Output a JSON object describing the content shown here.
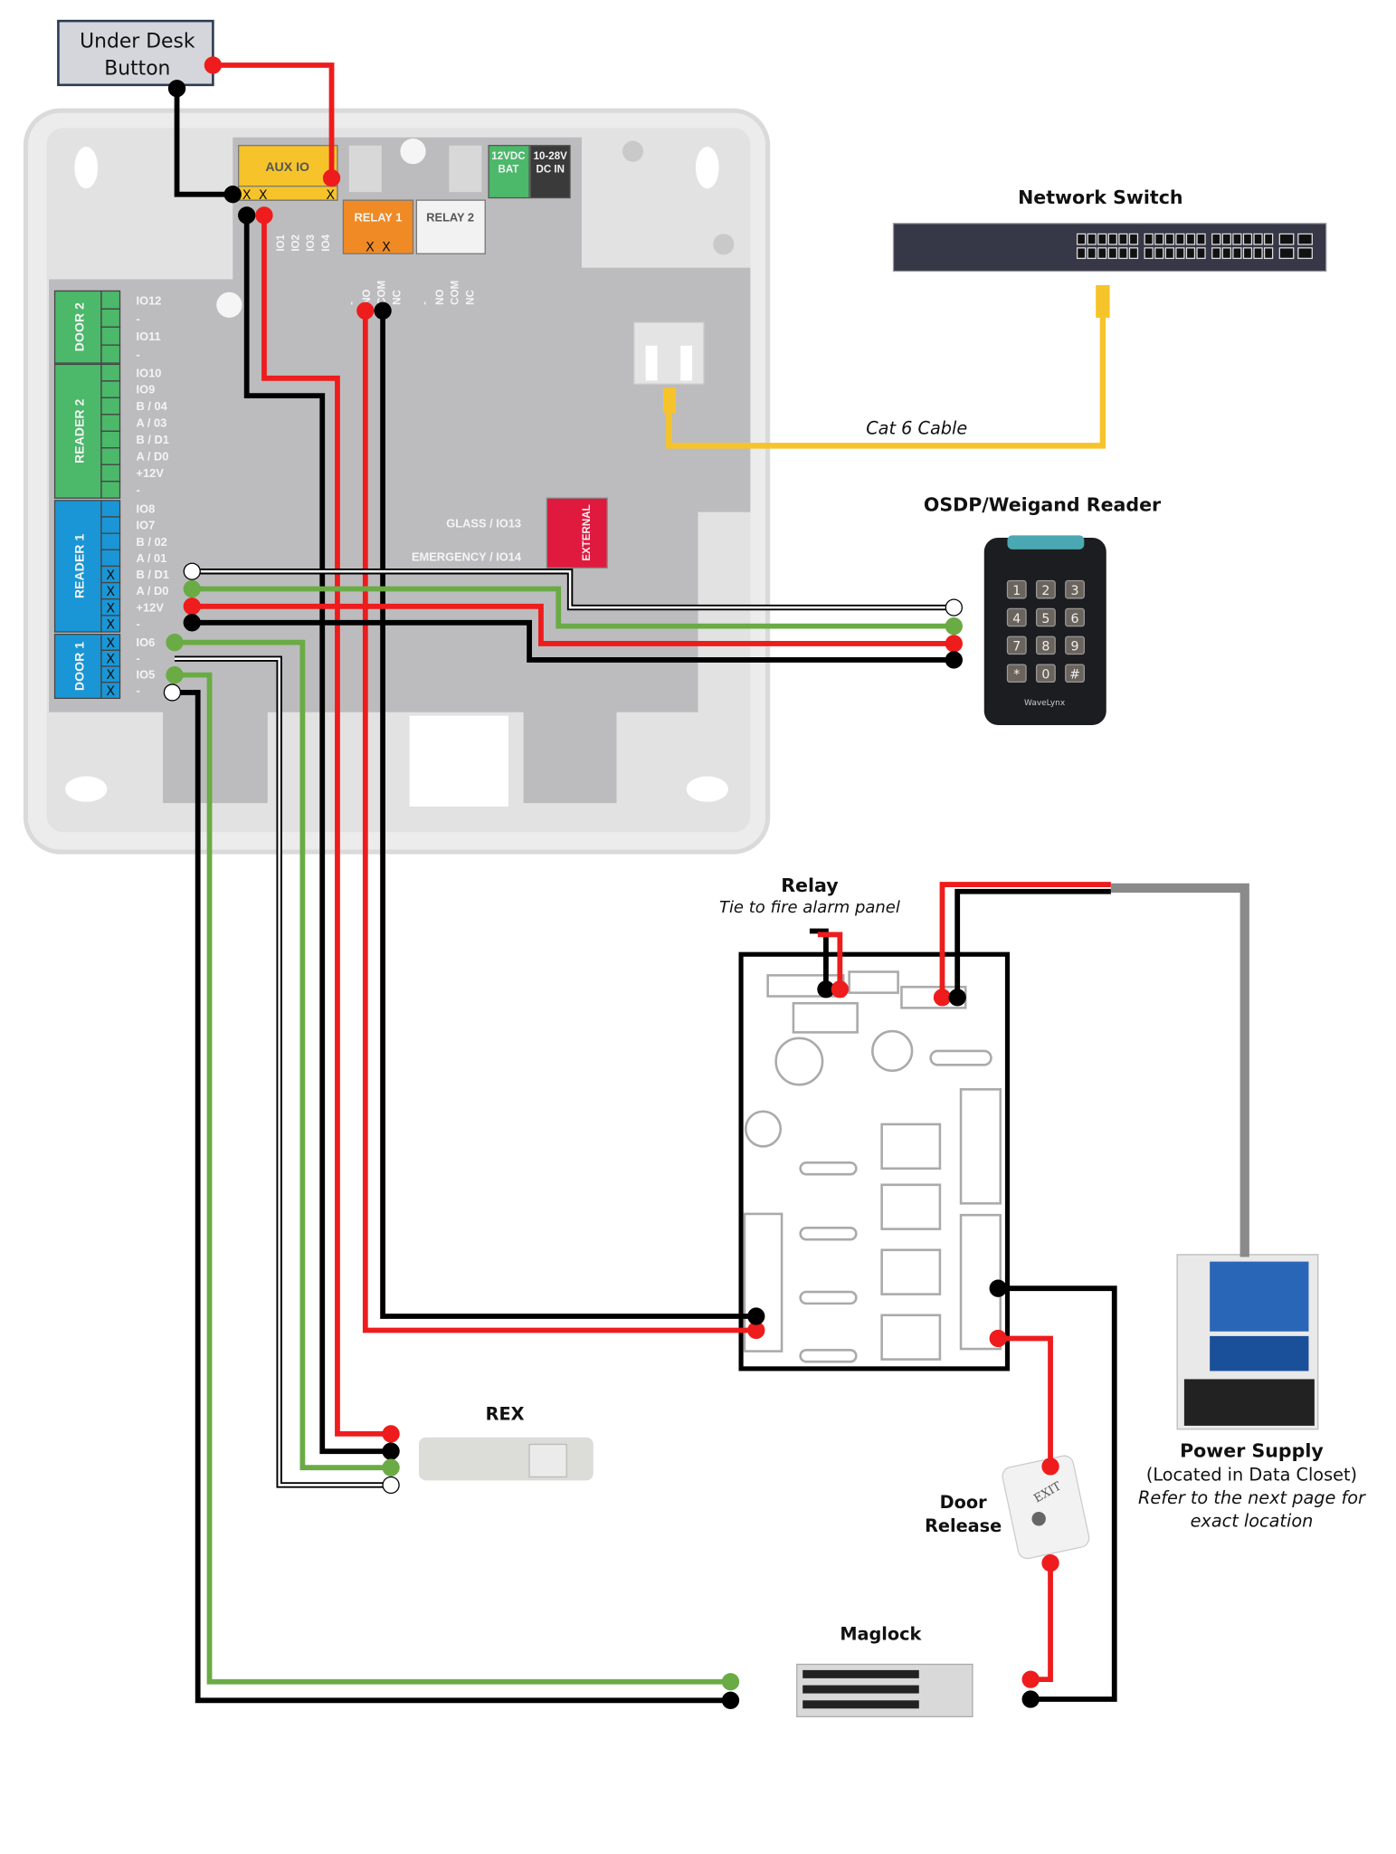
{
  "colors": {
    "red": "#ee1c1c",
    "black": "#000000",
    "green": "#6aab45",
    "white": "#ffffff",
    "yellow": "#f6c42a",
    "gray": "#8a8a8a",
    "aux_io": "#f6c42a",
    "relay1": "#f08a24",
    "door_reader2": "#4cb86a",
    "door_reader1": "#1a96d6",
    "external": "#e0193f"
  },
  "under_desk_button": {
    "line1": "Under Desk",
    "line2": "Button"
  },
  "controller": {
    "aux_io": "AUX IO",
    "aux_io_pins": [
      "IO1",
      "IO2",
      "IO3",
      "IO4"
    ],
    "aux_marks": [
      "X",
      "X",
      "X"
    ],
    "relay1": "RELAY 1",
    "relay2": "RELAY 2",
    "relay_marks": [
      "X",
      "X"
    ],
    "relay_pins": [
      "-",
      "NO",
      "COM",
      "NC"
    ],
    "bat": [
      "12VDC",
      "BAT"
    ],
    "dcin": [
      "10-28V",
      "DC IN"
    ],
    "blocks": [
      {
        "name": "DOOR 2",
        "pins": [
          "IO12",
          "-",
          "IO11",
          "-"
        ]
      },
      {
        "name": "READER 2",
        "pins": [
          "IO10",
          "IO9",
          "B / 04",
          "A / 03",
          "B / D1",
          "A / D0",
          "+12V",
          "-"
        ]
      },
      {
        "name": "READER 1",
        "pins": [
          "IO8",
          "IO7",
          "B / 02",
          "A / 01",
          "B / D1",
          "A / D0",
          "+12V",
          "-"
        ]
      },
      {
        "name": "DOOR 1",
        "pins": [
          "IO6",
          "-",
          "IO5",
          "-"
        ]
      }
    ],
    "pin_mark": "X",
    "glass": "GLASS / IO13",
    "emergency": "EMERGENCY / IO14",
    "external": "EXTERNAL"
  },
  "network_switch": {
    "title": "Network Switch"
  },
  "cable": {
    "label": "Cat 6 Cable"
  },
  "reader": {
    "title": "OSDP/Weigand Reader",
    "keys": [
      "1",
      "2",
      "3",
      "4",
      "5",
      "6",
      "7",
      "8",
      "9",
      "*",
      "0",
      "#"
    ],
    "brand": "WaveLynx"
  },
  "relay": {
    "title": "Relay",
    "subtitle": "Tie to fire alarm panel"
  },
  "power_supply": {
    "title": "Power Supply",
    "line2": "(Located in Data Closet)",
    "line3": "Refer to the next page for",
    "line4": "exact location"
  },
  "rex": {
    "title": "REX"
  },
  "door_release": {
    "line1": "Door",
    "line2": "Release",
    "button_text": "EXIT"
  },
  "maglock": {
    "title": "Maglock"
  }
}
